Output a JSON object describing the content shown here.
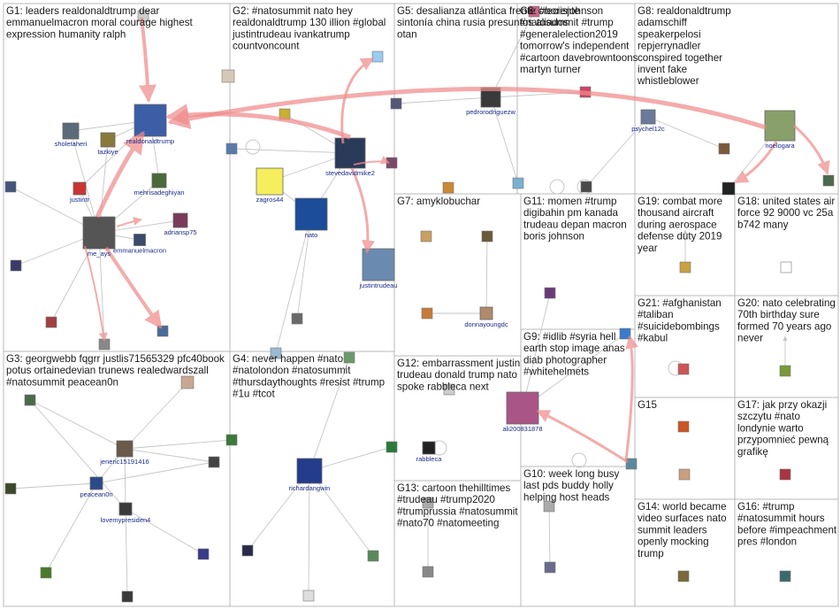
{
  "groups": [
    {
      "id": "G1",
      "lines": [
        "G1: leaders realdonaldtrump dear",
        "emmanuelmacron moral courage highest",
        "expression humanity ralph"
      ]
    },
    {
      "id": "G2",
      "lines": [
        "G2: #natosummit nato hey",
        "realdonaldtrump 130 illion #global",
        "justintrudeau ivankatrump",
        "countvoncount"
      ]
    },
    {
      "id": "G3",
      "lines": [
        "G3: georgwebb fqgrr justlis71565329 pfc40book",
        "potus ortainedevian trunews realedwardszall",
        "#natosummit peacean0n"
      ]
    },
    {
      "id": "G4",
      "lines": [
        "G4: never happen #nato",
        "#natolondon #natosummit",
        "#thursdaythoughts #resist #trump",
        "#1u #tcot"
      ]
    },
    {
      "id": "G5",
      "lines": [
        "G5: desalianza atlántica frente creciente",
        "sintonía china rusia presuntos aliados",
        "otan"
      ]
    },
    {
      "id": "G6",
      "lines": [
        "G6: #borisjohnson",
        "#natosummit #trump",
        "#generalelection2019",
        "tomorrow's independent",
        "#cartoon davebrowntoons",
        "martyn turner"
      ]
    },
    {
      "id": "G7",
      "lines": [
        "G7: amyklobuchar"
      ]
    },
    {
      "id": "G8",
      "lines": [
        "G8: realdonaldtrump",
        "adamschiff",
        "speakerpelosi",
        "repjerrynadler",
        "conspired together",
        "invent fake",
        "whistleblower"
      ]
    },
    {
      "id": "G9",
      "lines": [
        "G9: #idlib #syria hell",
        "earth stop image anas",
        "diab photographer",
        "#whitehelmets"
      ]
    },
    {
      "id": "G10",
      "lines": [
        "G10: week long busy",
        "last pds buddy holly",
        "helping host heads"
      ]
    },
    {
      "id": "G11",
      "lines": [
        "G11: momen #trump",
        "digibahin pm kanada",
        "trudeau depan macron",
        "boris johnson"
      ]
    },
    {
      "id": "G12",
      "lines": [
        "G12: embarrassment justin",
        "trudeau donald trump nato",
        "spoke rabbleca next"
      ]
    },
    {
      "id": "G13",
      "lines": [
        "G13: cartoon thehilltimes",
        "#trudeau #trump2020",
        "#trumprussia #natosummit",
        "#nato70 #natomeeting"
      ]
    },
    {
      "id": "G14",
      "lines": [
        "G14: world became",
        "video surfaces nato",
        "summit leaders",
        "openly mocking",
        "trump"
      ]
    },
    {
      "id": "G15",
      "lines": [
        "G15"
      ]
    },
    {
      "id": "G16",
      "lines": [
        "G16: #trump",
        "#natosummit hours",
        "before #impeachment",
        "pres #london"
      ]
    },
    {
      "id": "G17",
      "lines": [
        "G17: jak przy okazji",
        "szczytu #nato",
        "londynie warto",
        "przypomnieć pewną",
        "grafikę"
      ]
    },
    {
      "id": "G18",
      "lines": [
        "G18: united states air",
        "force 92 9000 vc 25a",
        "b742 many"
      ]
    },
    {
      "id": "G19",
      "lines": [
        "G19: combat more",
        "thousand aircraft",
        "during aerospace",
        "defense duty 2019",
        "year"
      ]
    },
    {
      "id": "G20",
      "lines": [
        "G20: nato celebrating",
        "70th birthday sure",
        "formed 70 years ago",
        "never"
      ]
    },
    {
      "id": "G21",
      "lines": [
        "G21: #afghanistan",
        "#taliban",
        "#suicidebombings",
        "#kabul"
      ]
    }
  ],
  "nodes": [
    {
      "id": "realdonaldtrump",
      "label": "realdonaldtrump",
      "color": "#3b5ea6",
      "size": "big"
    },
    {
      "id": "sholetaheri",
      "label": "sholetaheri",
      "color": "#5b6b7a"
    },
    {
      "id": "tazkiye",
      "label": "tazkiye",
      "color": "#8a7a3a"
    },
    {
      "id": "mehrisadeghiyan",
      "label": "mehrisadeghiyan",
      "color": "#4a6a3a"
    },
    {
      "id": "justintr",
      "label": "justintr",
      "color": "#cc3333"
    },
    {
      "id": "adriansp75",
      "label": "adriansp75",
      "color": "#7a3a5a"
    },
    {
      "id": "me_ays",
      "label": "me_ays",
      "color": "#555555",
      "size": "big"
    },
    {
      "id": "emmanuelmacron",
      "label": "emmanuelmacron",
      "color": "#3a4a6a"
    },
    {
      "id": "stevedavidmike2",
      "label": "stevedavidmike2",
      "color": "#2a3a5a"
    },
    {
      "id": "zagros44",
      "label": "zagros44",
      "color": "#f6ee5c",
      "size": "big"
    },
    {
      "id": "nato",
      "label": "nato",
      "color": "#1b4d9a",
      "size": "big"
    },
    {
      "id": "justintrudeau",
      "label": "justintrudeau",
      "color": "#6a8ab0",
      "size": "big"
    },
    {
      "id": "pedrorodriguezw",
      "label": "pedrorodriguezw",
      "color": "#3a3a3a"
    },
    {
      "id": "psychel12c",
      "label": "psychel12c",
      "color": "#6a7a9a"
    },
    {
      "id": "noelogara",
      "label": "noelogara",
      "color": "#8aa06a",
      "size": "big"
    },
    {
      "id": "donnayoungdc",
      "label": "donnayoungdc",
      "color": "#b08a6a"
    },
    {
      "id": "ali200831878",
      "label": "ali200831878",
      "color": "#aa5588",
      "size": "big"
    },
    {
      "id": "rabbleca",
      "label": "rabbleca",
      "color": "#222222"
    },
    {
      "id": "jeneric15191416",
      "label": "jeneric15191416",
      "color": "#6a5a4a"
    },
    {
      "id": "peacean0n",
      "label": "peacean0n",
      "color": "#2a4a8a"
    },
    {
      "id": "lovemypresiden4",
      "label": "lovemypresiden4",
      "color": "#3a3a3a"
    },
    {
      "id": "richardangwin",
      "label": "richardangwin",
      "color": "#243c8c",
      "size": "big"
    }
  ]
}
